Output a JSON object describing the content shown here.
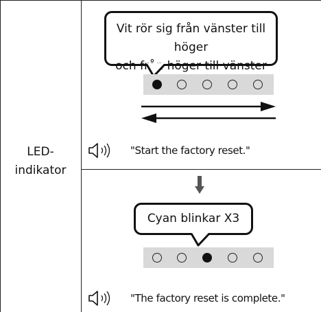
{
  "row_label": [
    "LED-",
    "indikator"
  ],
  "top": {
    "bubble_lines": [
      "Vit rör sig från vänster till höger",
      "och från höger till vänster"
    ],
    "leds": [
      "on",
      "off",
      "off",
      "off",
      "off"
    ],
    "voice": "\"Start the factory reset.\""
  },
  "bottom": {
    "bubble": "Cyan blinkar X3",
    "leds": [
      "off",
      "off",
      "on",
      "off",
      "off"
    ],
    "voice": "\"The factory reset is complete.\""
  },
  "icons": {
    "speaker": "speaker-sound-icon",
    "arrow_right": "arrow-right-icon",
    "arrow_left": "arrow-left-icon",
    "arrow_down": "arrow-down-icon"
  },
  "colors": {
    "line": "#222222",
    "led_strip": "#d9d9d9",
    "arrow_down": "#555555"
  }
}
